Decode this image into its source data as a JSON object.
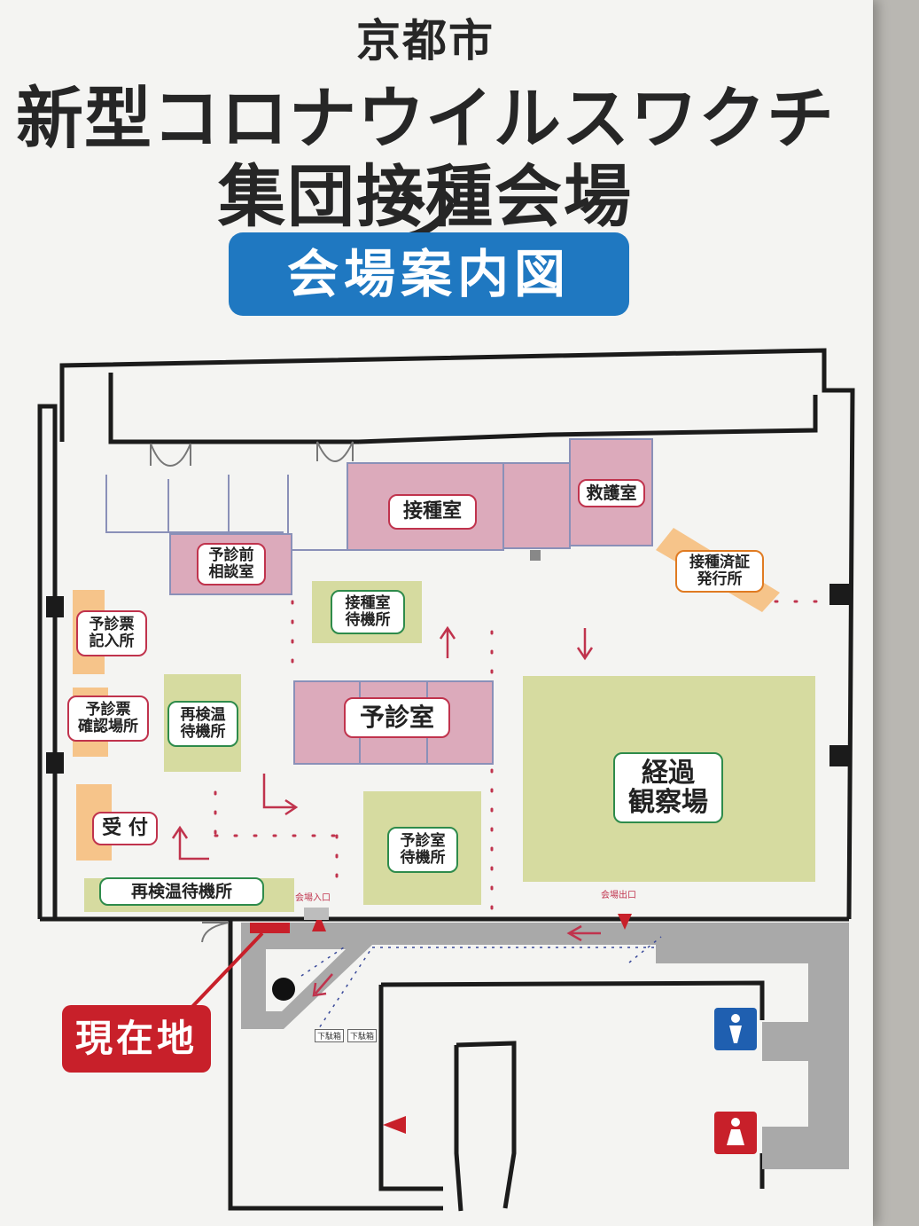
{
  "title": {
    "line1": "京都市",
    "line2": "新型コロナウイルスワクチン",
    "line3": "集団接種会場"
  },
  "subtitle": "会場案内図",
  "rooms": {
    "vaccination_room": "接種室",
    "first_aid_room": "救護室",
    "pre_consult_room": "予診前\n相談室",
    "certificate_office": "接種済証\n発行所",
    "vaccination_waiting": "接種室\n待機所",
    "questionnaire_writing": "予診票\n記入所",
    "questionnaire_check": "予診票\n確認場所",
    "retemp_waiting_small": "再検温\n待機所",
    "exam_room": "予診室",
    "observation_area": "経過\n観察場",
    "reception": "受 付",
    "exam_waiting": "予診室\n待機所",
    "retemp_waiting_long": "再検温待機所"
  },
  "markers": {
    "entrance": "会場入口",
    "exit": "会場出口",
    "current_location": "現在地",
    "shoe_box": "下駄箱"
  },
  "icons": {
    "restroom_men": "male-restroom-icon",
    "restroom_women": "female-restroom-icon"
  },
  "colors": {
    "pink_room": "#dcaabb",
    "green_area": "#d6dba0",
    "orange_zone": "#f6c48a",
    "blue_badge": "#1f78c1",
    "red_badge": "#c8202a",
    "corridor": "#a9a9a9"
  }
}
